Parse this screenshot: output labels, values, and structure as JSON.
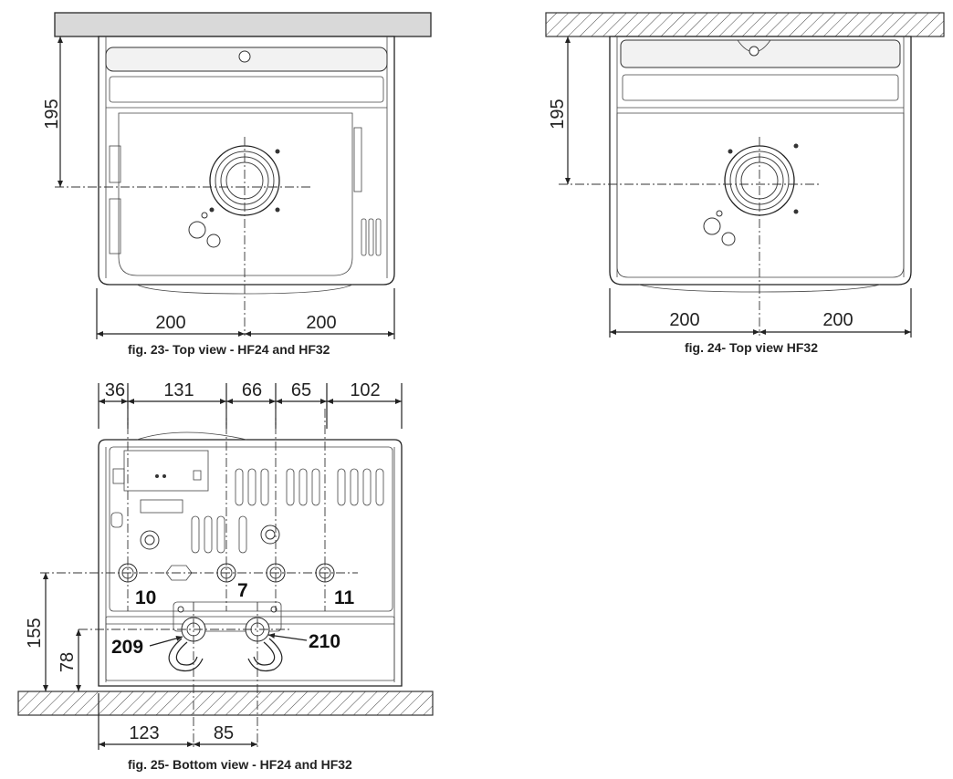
{
  "figures": [
    {
      "id": "fig23",
      "caption": "fig. 23- Top view - HF24 and HF32",
      "dims": {
        "depth": "195",
        "left_width": "200",
        "right_width": "200"
      }
    },
    {
      "id": "fig24",
      "caption": "fig. 24- Top view HF32",
      "dims": {
        "depth": "195",
        "left_width": "200",
        "right_width": "200"
      }
    },
    {
      "id": "fig25",
      "caption": "fig. 25- Bottom view - HF24 and HF32",
      "top_dims": [
        "36",
        "131",
        "66",
        "65",
        "102"
      ],
      "side_dims": {
        "outer": "155",
        "inner": "78"
      },
      "bottom_dims": [
        "123",
        "85"
      ],
      "refs": {
        "r10": "10",
        "r7": "7",
        "r11": "11",
        "r209": "209",
        "r210": "210"
      }
    }
  ]
}
